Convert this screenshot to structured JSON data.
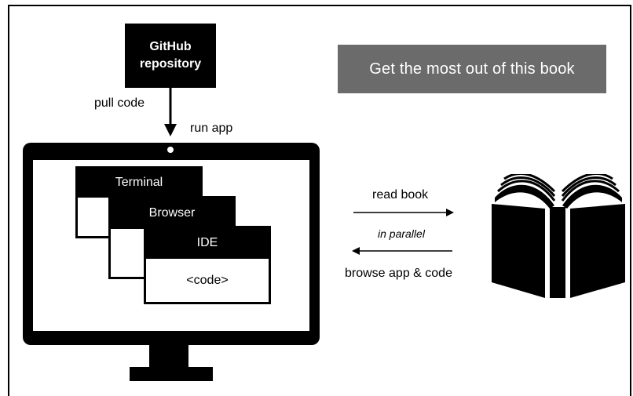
{
  "github": {
    "line1": "GitHub",
    "line2": "repository"
  },
  "edges": {
    "pull": "pull code",
    "run": "run app",
    "read": "read book",
    "parallel": "in parallel",
    "browse": "browse app & code"
  },
  "banner": {
    "text": "Get the most out of this book"
  },
  "windows": {
    "terminal": "Terminal",
    "browser": "Browser",
    "ide": "IDE",
    "code": "<code>"
  },
  "icons": {
    "book": "open-book-icon",
    "monitor": "desktop-monitor-icon"
  }
}
